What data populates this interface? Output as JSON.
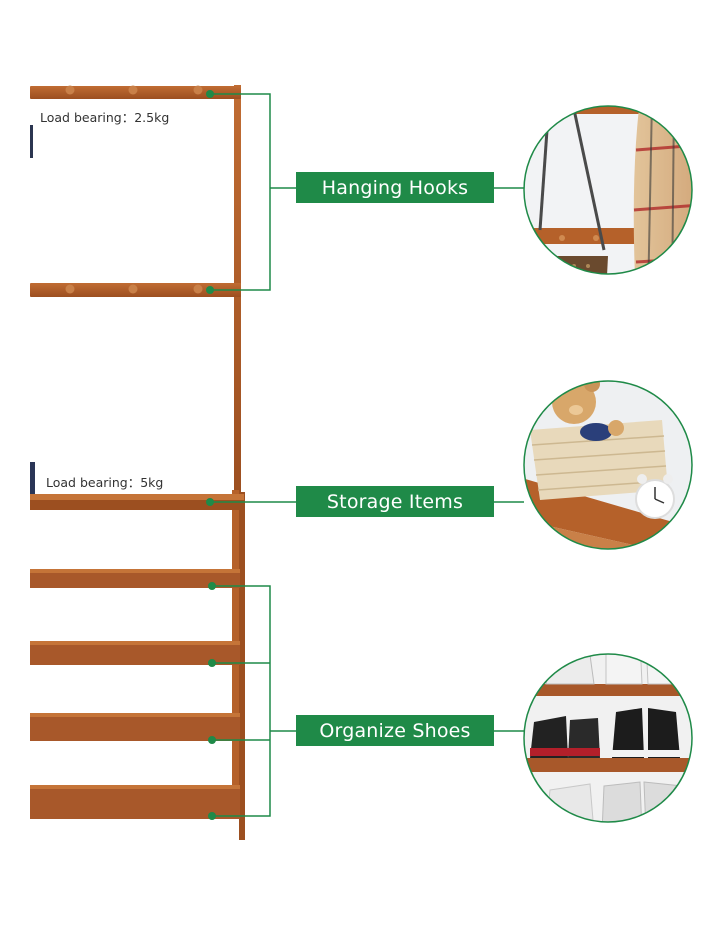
{
  "load_top": "Load bearing：2.5kg",
  "load_mid": "Load bearing：5kg",
  "features": [
    {
      "label": "Hanging Hooks"
    },
    {
      "label": "Storage Items"
    },
    {
      "label": "Organize Shoes"
    }
  ],
  "colors": {
    "accent": "#1f8a48",
    "wood": "#b5612a",
    "wood_dark": "#8a4419"
  }
}
